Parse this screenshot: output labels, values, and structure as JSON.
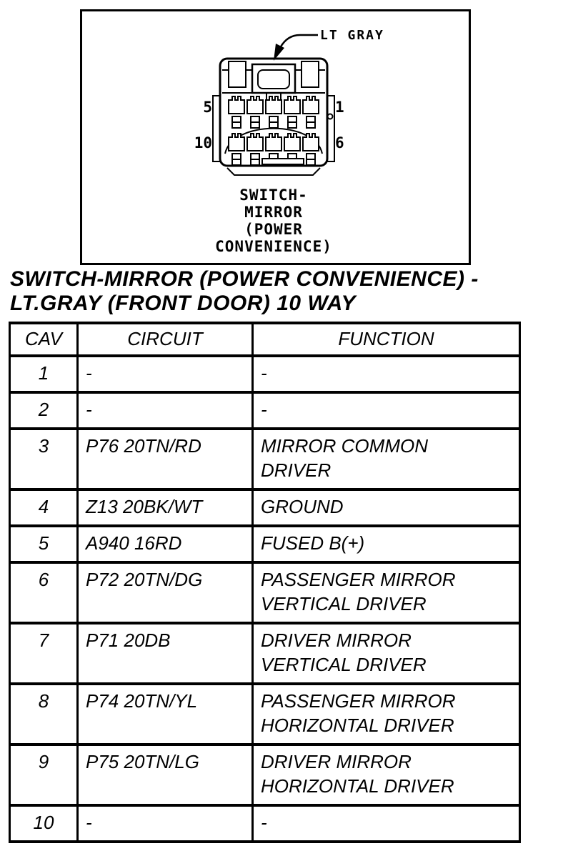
{
  "figure": {
    "connector_color_label": "LT GRAY",
    "pin_labels": {
      "top_left": "5",
      "top_right": "1",
      "bottom_left": "10",
      "bottom_right": "6"
    },
    "caption_lines": [
      "SWITCH-",
      "MIRROR",
      "(POWER",
      "CONVENIENCE)"
    ]
  },
  "title": {
    "line1": "SWITCH-MIRROR (POWER CONVENIENCE) -",
    "line2": "LT.GRAY (FRONT DOOR) 10 WAY"
  },
  "table": {
    "headers": [
      "CAV",
      "CIRCUIT",
      "FUNCTION"
    ],
    "rows": [
      {
        "cav": "1",
        "circuit": "-",
        "function": "-"
      },
      {
        "cav": "2",
        "circuit": "-",
        "function": "-"
      },
      {
        "cav": "3",
        "circuit": "P76 20TN/RD",
        "function": "MIRROR COMMON\nDRIVER"
      },
      {
        "cav": "4",
        "circuit": "Z13 20BK/WT",
        "function": "GROUND"
      },
      {
        "cav": "5",
        "circuit": "A940 16RD",
        "function": "FUSED B(+)"
      },
      {
        "cav": "6",
        "circuit": "P72 20TN/DG",
        "function": "PASSENGER MIRROR\nVERTICAL DRIVER"
      },
      {
        "cav": "7",
        "circuit": "P71 20DB",
        "function": "DRIVER MIRROR\nVERTICAL DRIVER"
      },
      {
        "cav": "8",
        "circuit": "P74 20TN/YL",
        "function": "PASSENGER MIRROR\nHORIZONTAL DRIVER"
      },
      {
        "cav": "9",
        "circuit": "P75 20TN/LG",
        "function": "DRIVER MIRROR\nHORIZONTAL DRIVER"
      },
      {
        "cav": "10",
        "circuit": "-",
        "function": "-"
      }
    ]
  },
  "colors": {
    "ink": "#000000",
    "paper": "#ffffff"
  }
}
